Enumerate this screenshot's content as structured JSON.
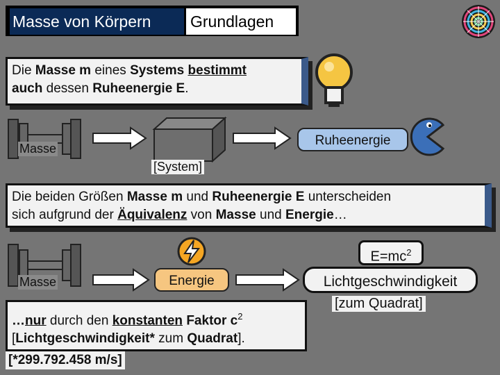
{
  "header": {
    "title_left": "Masse von Körpern",
    "title_right": "Grundlagen"
  },
  "box1": {
    "line1": [
      "Die ",
      "Masse m",
      " eines ",
      "Systems",
      " ",
      "bestimmt"
    ],
    "line2": [
      "auch",
      " dessen ",
      "Ruheenergie E",
      "."
    ]
  },
  "row1": {
    "masse": "Masse",
    "system": "[System]",
    "ruheenergie": "Ruheenergie"
  },
  "box2": {
    "line1": [
      "Die beiden Größen ",
      "Masse m",
      " und ",
      "Ruheenergie E",
      " unterscheiden"
    ],
    "line2": [
      "sich aufgrund der ",
      "Äquivalenz",
      " von ",
      "Masse",
      " und ",
      "Energie",
      "…"
    ]
  },
  "row2": {
    "masse": "Masse",
    "energie": "Energie",
    "formula_base": "E=mc",
    "formula_exp": "2",
    "lichtgeschwindigkeit": "Lichtgeschwindigkeit",
    "zum_quadrat": "[zum Quadrat]"
  },
  "box3": {
    "line1": [
      "…",
      "nur",
      " durch den ",
      "konstanten",
      " ",
      "Faktor c",
      "2"
    ],
    "line2": [
      "[",
      "Lichtgeschwindigkeit*",
      " zum ",
      "Quadrat",
      "]."
    ]
  },
  "reference": "[*299.792.458 m/s]",
  "colors": {
    "background": "#757575",
    "title_bg": "#0b2a56",
    "ruheenergie_pill": "#a8c6ea",
    "energie_pill": "#f6c680",
    "accent_border": "#3b5a8a",
    "bulb": "#f5c542"
  },
  "icons": [
    "mandala-icon",
    "light-bulb-icon",
    "dumbbell-icon",
    "box-icon",
    "arrow-right-icon",
    "pacman-icon",
    "lightning-icon"
  ]
}
